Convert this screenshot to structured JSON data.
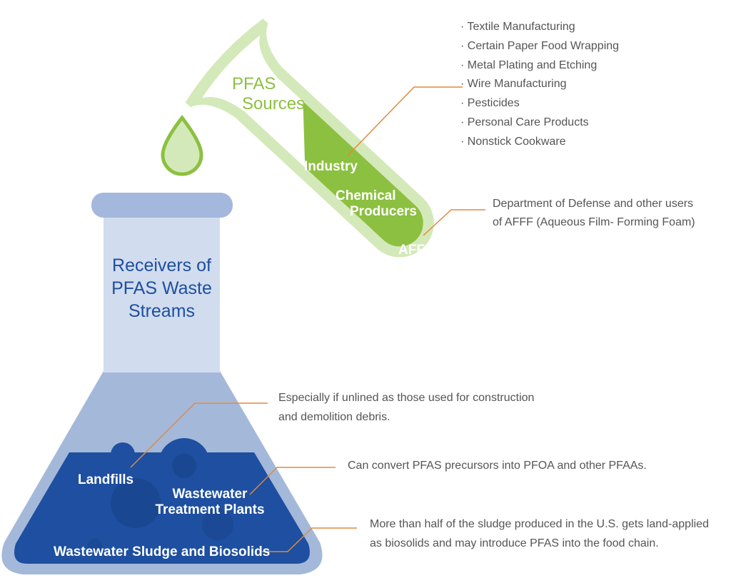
{
  "sources": {
    "title_line1": "PFAS",
    "title_line2": "Sources",
    "industry_label": "Industry",
    "chemical_line1": "Chemical",
    "chemical_line2": "Producers",
    "afff_label": "AFFF",
    "industry_items": [
      "Textile Manufacturing",
      "Certain Paper Food Wrapping",
      "Metal Plating and Etching",
      "Wire Manufacturing",
      "Pesticides",
      "Personal Care Products",
      "Nonstick Cookware"
    ],
    "afff_desc_line1": "Department of Defense and other users",
    "afff_desc_line2": "of AFFF (Aqueous Film- Forming Foam)"
  },
  "receivers": {
    "title_line1": "Receivers of",
    "title_line2": "PFAS Waste",
    "title_line3": "Streams",
    "landfills_label": "Landfills",
    "wtp_line1": "Wastewater",
    "wtp_line2": "Treatment Plants",
    "sludge_label": "Wastewater Sludge and Biosolids",
    "landfills_desc_line1": "Especially if unlined as those used for construction",
    "landfills_desc_line2": "and demolition debris.",
    "wtp_desc": "Can convert PFAS precursors into PFOA and other PFAAs.",
    "sludge_desc_line1": "More than half of the sludge produced in the U.S. gets land-applied",
    "sludge_desc_line2": "as biosolids and may introduce PFAS into the food chain."
  },
  "colors": {
    "green": "#8cc040",
    "light_green": "#d4e9b9",
    "blue": "#1e4fa0",
    "flask": "#a4b8da",
    "leader": "#e08a3c"
  }
}
